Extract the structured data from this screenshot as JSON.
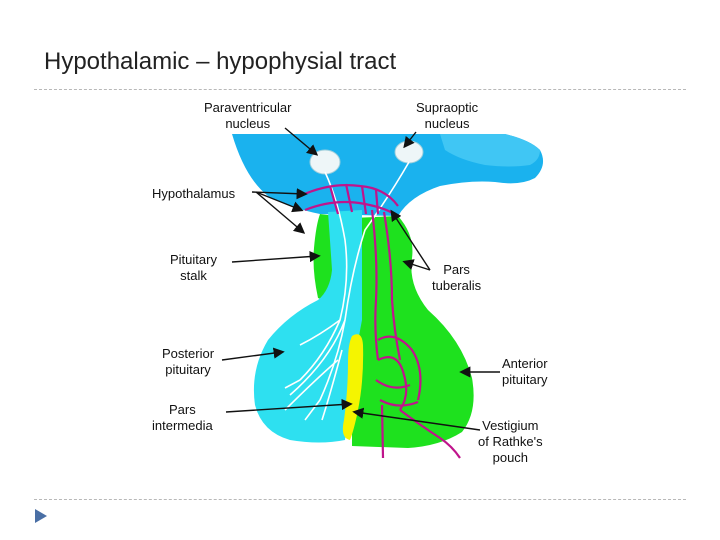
{
  "slide": {
    "title": "Hypothalamic – hypophysial tract",
    "bullet_icon": "triangle-bullet-icon"
  },
  "labels": {
    "paraventricular": [
      "Paraventricular",
      "nucleus"
    ],
    "supraoptic": [
      "Supraoptic",
      "nucleus"
    ],
    "hypothalamus": [
      "Hypothalamus"
    ],
    "pituitary_stalk": [
      "Pituitary",
      "stalk"
    ],
    "pars_tuberalis": [
      "Pars",
      "tuberalis"
    ],
    "posterior_pituitary": [
      "Posterior",
      "pituitary"
    ],
    "anterior_pituitary": [
      "Anterior",
      "pituitary"
    ],
    "pars_intermedia": [
      "Pars",
      "intermedia"
    ],
    "vestigium": [
      "Vestigium",
      "of Rathke's",
      "pouch"
    ]
  },
  "colors": {
    "hypothalamus_blue": "#1ab2ee",
    "posterior_cyan": "#2ee0f0",
    "anterior_green": "#1ee11e",
    "pars_intermedia_yellow": "#f5f500",
    "vessels_magenta": "#c0148c",
    "neurons_white": "#ffffff",
    "title_text": "#222222"
  }
}
